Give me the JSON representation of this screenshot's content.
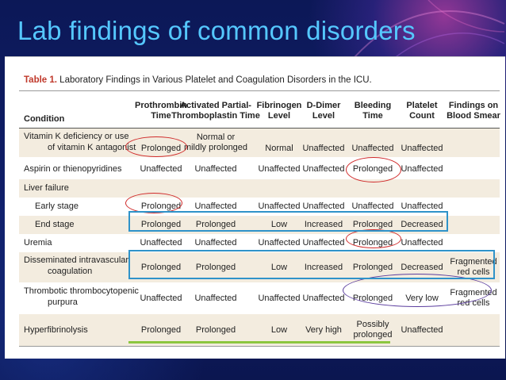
{
  "slide": {
    "title": "Lab findings of common disorders",
    "colors": {
      "background": "#0d1a5c",
      "title": "#55c8ff",
      "highlight_red": "#d02a2a",
      "highlight_blue": "#2f93c9",
      "highlight_purple": "#5b3d9e",
      "underline_green": "#8cc63f"
    }
  },
  "table": {
    "caption_label": "Table 1.",
    "caption_text": "Laboratory Findings in Various Platelet and Coagulation Disorders in the ICU.",
    "headers": {
      "condition": "Condition",
      "pt": [
        "Prothrombin",
        "Time"
      ],
      "aptt": [
        "Activated Partial-",
        "Thromboplastin Time"
      ],
      "fib": [
        "Fibrinogen",
        "Level"
      ],
      "dd": [
        "D-Dimer",
        "Level"
      ],
      "bt": [
        "Bleeding",
        "Time"
      ],
      "plt": [
        "Platelet",
        "Count"
      ],
      "smear": [
        "Findings on",
        "Blood Smear"
      ]
    },
    "rows": [
      {
        "condition": [
          "Vitamin K deficiency or use",
          "of vitamin K antagonist"
        ],
        "pt": "Prolonged",
        "aptt": [
          "Normal or",
          "mildly prolonged"
        ],
        "fib": "Normal",
        "dd": "Unaffected",
        "bt": "Unaffected",
        "plt": "Unaffected",
        "smear": ""
      },
      {
        "condition": [
          "Aspirin or thienopyridines"
        ],
        "pt": "Unaffected",
        "aptt": "Unaffected",
        "fib": "Unaffected",
        "dd": "Unaffected",
        "bt": "Prolonged",
        "plt": "Unaffected",
        "smear": ""
      },
      {
        "condition": [
          "Liver failure"
        ],
        "pt": "",
        "aptt": "",
        "fib": "",
        "dd": "",
        "bt": "",
        "plt": "",
        "smear": ""
      },
      {
        "condition": [
          "Early stage"
        ],
        "pt": "Prolonged",
        "aptt": "Unaffected",
        "fib": "Unaffected",
        "dd": "Unaffected",
        "bt": "Unaffected",
        "plt": "Unaffected",
        "smear": ""
      },
      {
        "condition": [
          "End stage"
        ],
        "pt": "Prolonged",
        "aptt": "Prolonged",
        "fib": "Low",
        "dd": "Increased",
        "bt": "Prolonged",
        "plt": "Decreased",
        "smear": ""
      },
      {
        "condition": [
          "Uremia"
        ],
        "pt": "Unaffected",
        "aptt": "Unaffected",
        "fib": "Unaffected",
        "dd": "Unaffected",
        "bt": "Prolonged",
        "plt": "Unaffected",
        "smear": ""
      },
      {
        "condition": [
          "Disseminated intravascular",
          "coagulation"
        ],
        "pt": "Prolonged",
        "aptt": "Prolonged",
        "fib": "Low",
        "dd": "Increased",
        "bt": "Prolonged",
        "plt": "Decreased",
        "smear": [
          "Fragmented",
          "red cells"
        ]
      },
      {
        "condition": [
          "Thrombotic thrombocytopenic",
          "purpura"
        ],
        "pt": "Unaffected",
        "aptt": "Unaffected",
        "fib": "Unaffected",
        "dd": "Unaffected",
        "bt": "Prolonged",
        "plt": "Very low",
        "smear": [
          "Fragmented",
          "red cells"
        ]
      },
      {
        "condition": [
          "Hyperfibrinolysis"
        ],
        "pt": "Prolonged",
        "aptt": "Prolonged",
        "fib": "Low",
        "dd": "Very high",
        "bt": [
          "Possibly",
          "prolonged"
        ],
        "plt": "Unaffected",
        "smear": ""
      }
    ]
  }
}
